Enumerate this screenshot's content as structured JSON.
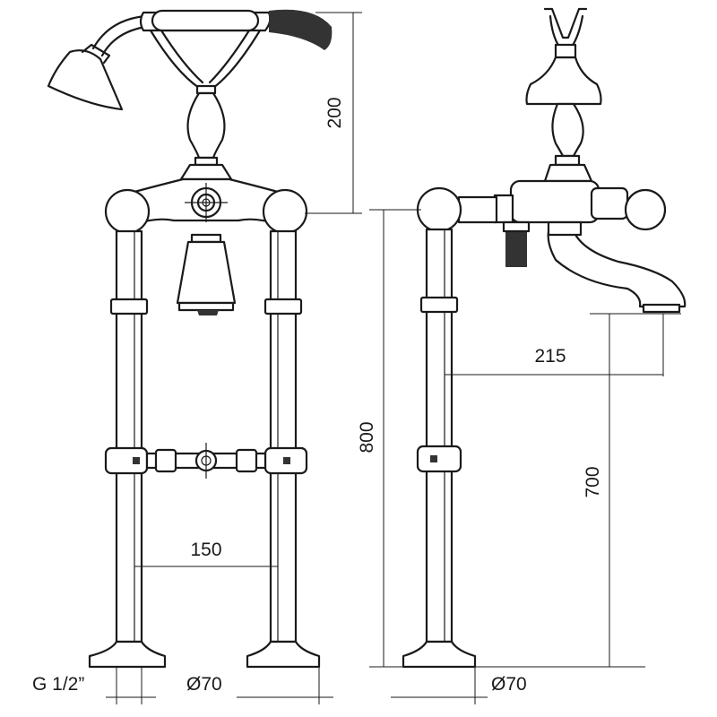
{
  "dimensions": {
    "height_handshower": "200",
    "height_total": "800",
    "height_spout": "700",
    "spout_reach": "215",
    "leg_spacing": "150",
    "connection": "G 1/2”",
    "base_diameter_front": "Ø70",
    "base_diameter_side": "Ø70"
  },
  "colors": {
    "line": "#1a1a1a",
    "background": "#ffffff"
  }
}
